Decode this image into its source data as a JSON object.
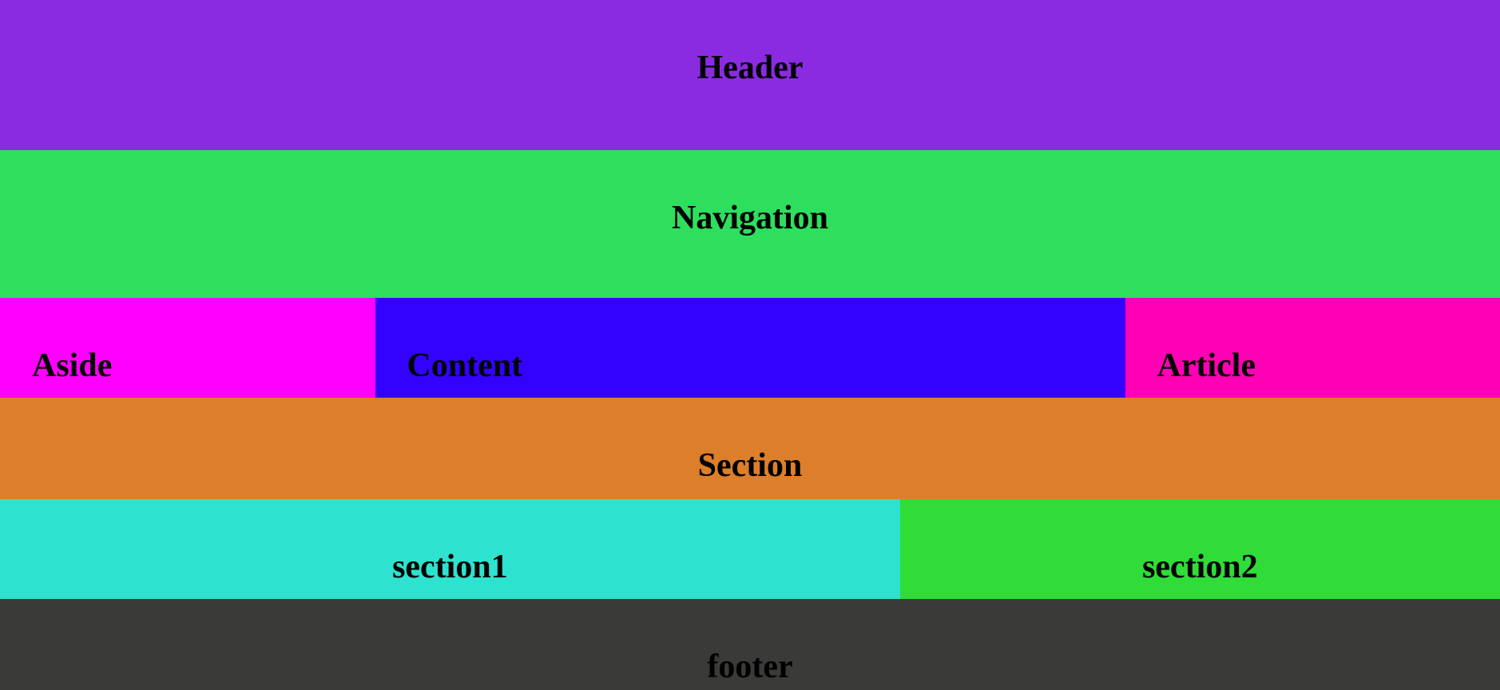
{
  "text_color": "#000000",
  "sections": {
    "header": {
      "label": "Header",
      "color": "#8A2BE2"
    },
    "navigation": {
      "label": "Navigation",
      "color": "#2EDF5E"
    },
    "aside": {
      "label": "Aside",
      "color": "#FF00FF"
    },
    "content": {
      "label": "Content",
      "color": "#3302FD"
    },
    "article": {
      "label": "Article",
      "color": "#FF00B4"
    },
    "section": {
      "label": "Section",
      "color": "#DD7E2B"
    },
    "section1": {
      "label": "section1",
      "color": "#2DE2CE"
    },
    "section2": {
      "label": "section2",
      "color": "#2FDC38"
    },
    "footer": {
      "label": "footer",
      "color": "#3A3A38"
    }
  }
}
